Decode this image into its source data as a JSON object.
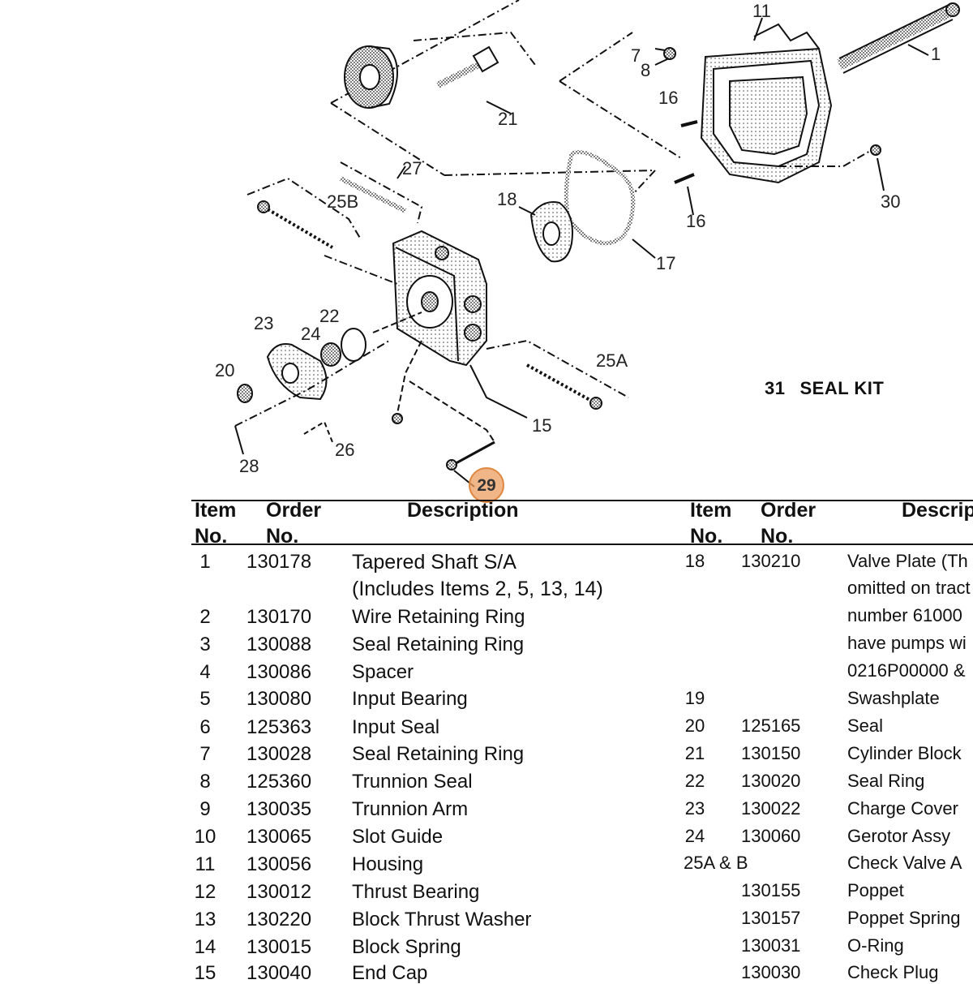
{
  "diagram": {
    "callouts": [
      {
        "id": "c11",
        "text": "11"
      },
      {
        "id": "c1",
        "text": "1"
      },
      {
        "id": "c7",
        "text": "7"
      },
      {
        "id": "c8",
        "text": "8"
      },
      {
        "id": "c16a",
        "text": "16"
      },
      {
        "id": "c21",
        "text": "21"
      },
      {
        "id": "c27",
        "text": "27"
      },
      {
        "id": "c25b",
        "text": "25B"
      },
      {
        "id": "c18",
        "text": "18"
      },
      {
        "id": "c30",
        "text": "30"
      },
      {
        "id": "c16b",
        "text": "16"
      },
      {
        "id": "c17",
        "text": "17"
      },
      {
        "id": "c23",
        "text": "23"
      },
      {
        "id": "c22",
        "text": "22"
      },
      {
        "id": "c24",
        "text": "24"
      },
      {
        "id": "c25a",
        "text": "25A"
      },
      {
        "id": "c20",
        "text": "20"
      },
      {
        "id": "c15",
        "text": "15"
      },
      {
        "id": "c26",
        "text": "26"
      },
      {
        "id": "c28",
        "text": "28"
      }
    ],
    "seal_kit": {
      "number": "31",
      "label": "SEAL KIT"
    },
    "highlight_marker": "29"
  },
  "table": {
    "headers": {
      "item": "Item",
      "no": "No.",
      "order": "Order",
      "description": "Description",
      "description_right": "Descrip"
    },
    "left_rows": [
      {
        "item": "1",
        "order": "130178",
        "desc": "Tapered Shaft S/A"
      },
      {
        "item": "",
        "order": "",
        "desc": "(Includes Items 2, 5, 13, 14)"
      },
      {
        "item": "2",
        "order": "130170",
        "desc": "Wire Retaining Ring"
      },
      {
        "item": "3",
        "order": "130088",
        "desc": "Seal Retaining Ring"
      },
      {
        "item": "4",
        "order": "130086",
        "desc": "Spacer"
      },
      {
        "item": "5",
        "order": "130080",
        "desc": "Input Bearing"
      },
      {
        "item": "6",
        "order": "125363",
        "desc": "Input Seal"
      },
      {
        "item": "7",
        "order": "130028",
        "desc": "Seal Retaining Ring"
      },
      {
        "item": "8",
        "order": "125360",
        "desc": "Trunnion Seal"
      },
      {
        "item": "9",
        "order": "130035",
        "desc": "Trunnion Arm"
      },
      {
        "item": "10",
        "order": "130065",
        "desc": "Slot Guide"
      },
      {
        "item": "11",
        "order": "130056",
        "desc": "Housing"
      },
      {
        "item": "12",
        "order": "130012",
        "desc": "Thrust Bearing"
      },
      {
        "item": "13",
        "order": "130220",
        "desc": "Block Thrust Washer"
      },
      {
        "item": "14",
        "order": "130015",
        "desc": "Block Spring"
      },
      {
        "item": "15",
        "order": "130040",
        "desc": "End Cap"
      }
    ],
    "right_rows": [
      {
        "item": "18",
        "order": "130210",
        "desc": "Valve Plate (Th"
      },
      {
        "item": "",
        "order": "",
        "desc": "omitted on tract"
      },
      {
        "item": "",
        "order": "",
        "desc": "number 61000"
      },
      {
        "item": "",
        "order": "",
        "desc": "have pumps wi"
      },
      {
        "item": "",
        "order": "",
        "desc": "0216P00000 &"
      },
      {
        "item": "19",
        "order": "",
        "desc": "Swashplate"
      },
      {
        "item": "20",
        "order": "125165",
        "desc": "Seal"
      },
      {
        "item": "21",
        "order": "130150",
        "desc": "Cylinder Block"
      },
      {
        "item": "22",
        "order": "130020",
        "desc": "Seal Ring"
      },
      {
        "item": "23",
        "order": "130022",
        "desc": "Charge Cover"
      },
      {
        "item": "24",
        "order": "130060",
        "desc": "Gerotor Assy"
      },
      {
        "item": "25A & B",
        "order": "",
        "desc": "Check Valve A"
      },
      {
        "item": "",
        "order": "130155",
        "desc": "Poppet"
      },
      {
        "item": "",
        "order": "130157",
        "desc": "Poppet Spring"
      },
      {
        "item": "",
        "order": "130031",
        "desc": "O-Ring"
      },
      {
        "item": "",
        "order": "130030",
        "desc": "Check Plug"
      }
    ]
  }
}
